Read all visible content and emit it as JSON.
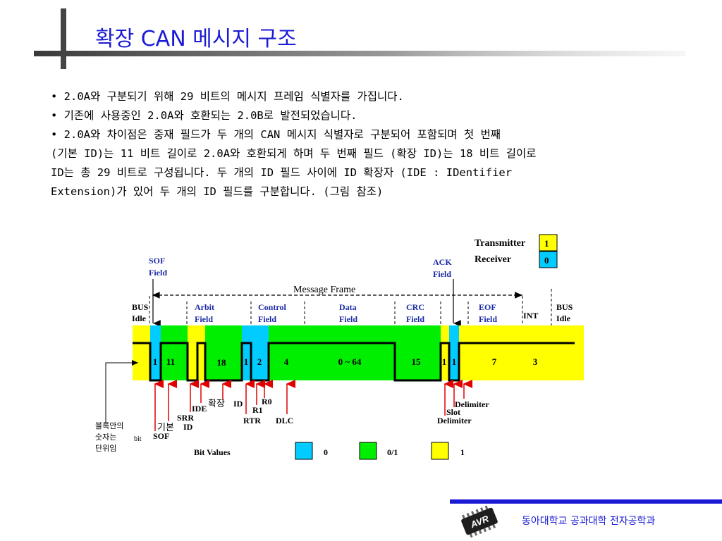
{
  "slide": {
    "title": "확장 CAN 메시지 구조",
    "body_lines": [
      "• 2.0A와 구분되기 위해 29 비트의 메시지 프레임 식별자를 가집니다.",
      "• 기존에 사용중인 2.0A와 호환되는 2.0B로 발전되었습니다.",
      "• 2.0A와 차이점은 중재 필드가 두 개의 CAN 메시지 식별자로 구분되어 포함되며 첫 번째",
      "(기본 ID)는 11 비트 길이로 2.0A와 호환되게 하며 두 번째 필드 (확장 ID)는 18 비트 길이로",
      "ID는 총 29 비트로 구성됩니다. 두 개의 ID 필드 사이에 ID 확장자 (IDE : IDentifier",
      "Extension)가 있어 두 개의 ID 필드를 구분합니다. (그림 참조)"
    ],
    "footer": "동아대학교 공과대학 전자공학과",
    "logo_text": "AVR"
  },
  "diagram": {
    "legend_top": [
      {
        "label": "Transmitter",
        "value": "1",
        "color": "#ffff00"
      },
      {
        "label": "Receiver",
        "value": "0",
        "color": "#00ccff"
      }
    ],
    "message_frame": "Message Frame",
    "fields": {
      "bus_idle_left": [
        "BUS",
        "Idle"
      ],
      "sof": [
        "SOF",
        "Field"
      ],
      "arbit": [
        "Arbit",
        "Field"
      ],
      "control": [
        "Control",
        "Field"
      ],
      "data": [
        "Data",
        "Field"
      ],
      "crc": [
        "CRC",
        "Field"
      ],
      "ack": [
        "ACK",
        "Field"
      ],
      "eof": [
        "EOF",
        "Field"
      ],
      "int": "INT",
      "bus_idle_right": [
        "BUS",
        "Idle"
      ]
    },
    "cells": [
      "1",
      "11",
      "18",
      "1",
      "2",
      "4",
      "0 ~ 64",
      "15",
      "1",
      "1",
      "7",
      "3"
    ],
    "bit_labels": {
      "sof": "SOF",
      "gibon": "기본",
      "id_base": "ID",
      "srr": "SRR",
      "ide": "IDE",
      "hwakjang": "확장",
      "id_ext": "ID",
      "r1": "R1",
      "r0": "R0",
      "rtr": "RTR",
      "dlc": "DLC",
      "delimiter": "Delimiter",
      "slot": "Slot",
      "delimiter2": "Delimiter"
    },
    "side_note": [
      "블록안의",
      "숫자는",
      "bit",
      "단위임"
    ],
    "bit_values": {
      "title": "Bit Values",
      "items": [
        {
          "label": "0",
          "color": "#00ccff"
        },
        {
          "label": "0/1",
          "color": "#00ee00"
        },
        {
          "label": "1",
          "color": "#ffff00"
        }
      ]
    }
  }
}
